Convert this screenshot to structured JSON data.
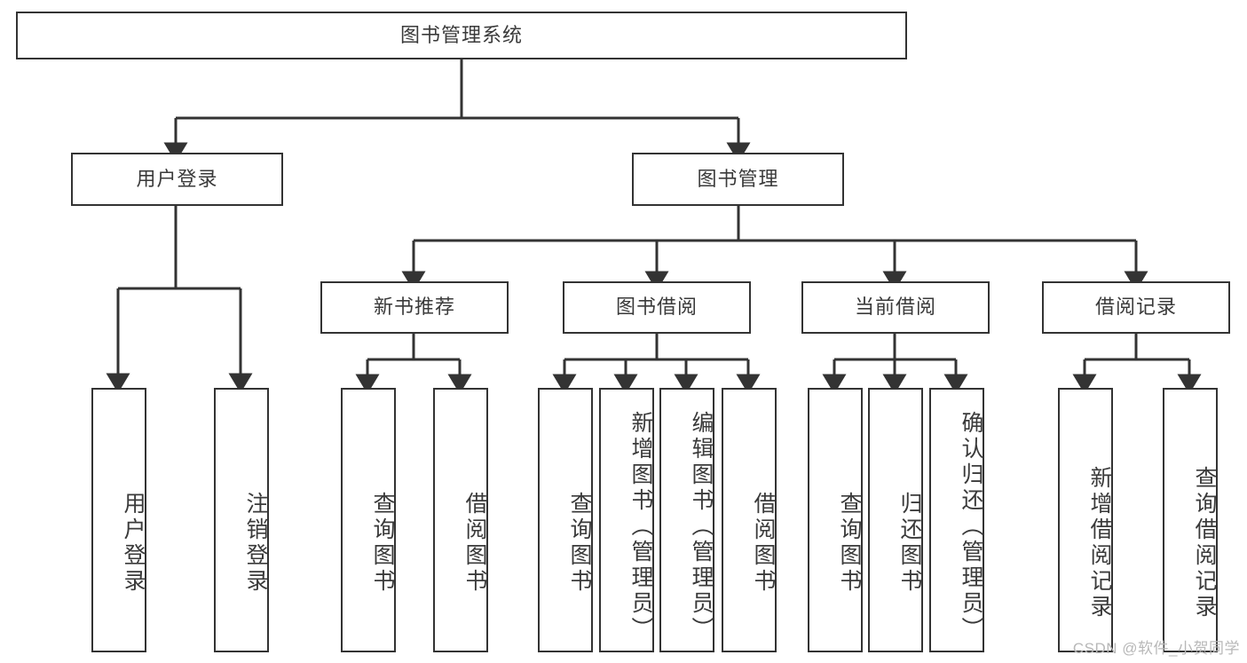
{
  "diagram": {
    "type": "tree",
    "title_node": {
      "label": "图书管理系统"
    },
    "level2": [
      {
        "label": "用户登录"
      },
      {
        "label": "图书管理"
      }
    ],
    "level3": [
      {
        "label": "新书推荐"
      },
      {
        "label": "图书借阅"
      },
      {
        "label": "当前借阅"
      },
      {
        "label": "借阅记录"
      }
    ],
    "leaves": [
      {
        "label": "用户登录",
        "chars": 4
      },
      {
        "label": "注销登录",
        "chars": 4
      },
      {
        "label": "查询图书",
        "chars": 4
      },
      {
        "label": "借阅图书",
        "chars": 4
      },
      {
        "label": "查询图书",
        "chars": 4
      },
      {
        "label": "新增图书（管理员）",
        "chars": 9
      },
      {
        "label": "编辑图书（管理员）",
        "chars": 9
      },
      {
        "label": "借阅图书",
        "chars": 4
      },
      {
        "label": "查询图书",
        "chars": 4
      },
      {
        "label": "归还图书",
        "chars": 4
      },
      {
        "label": "确认归还（管理员）",
        "chars": 9
      },
      {
        "label": "新增借阅记录",
        "chars": 6
      },
      {
        "label": "查询借阅记录",
        "chars": 6
      }
    ],
    "colors": {
      "stroke": "#333333",
      "text": "#3a3a3a",
      "background": "#ffffff",
      "watermark": "#b8b8b8"
    }
  },
  "watermark": {
    "text": "CSDN @软件_小贺同学"
  }
}
